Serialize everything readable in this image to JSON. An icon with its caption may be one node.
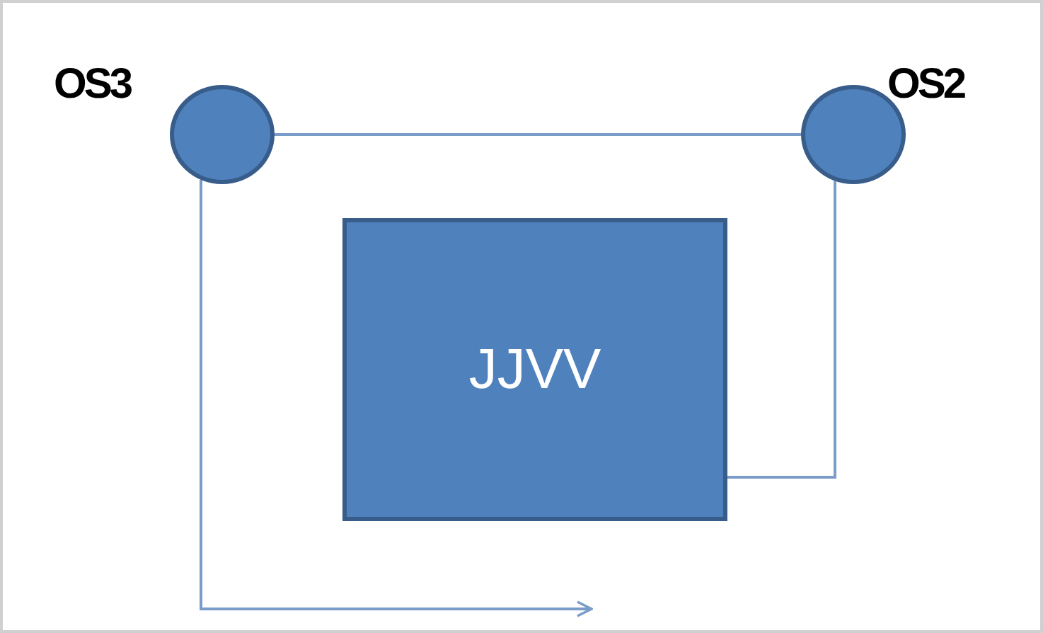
{
  "diagram": {
    "nodes": [
      {
        "text": [
          "OS3"
        ]
      },
      {
        "text": [
          "OS2"
        ]
      },
      {
        "text": [
          "JJVV"
        ]
      }
    ],
    "edges": [
      {
        "from": 0,
        "to": 1,
        "arrow": "none"
      },
      {
        "from": 1,
        "to": 2,
        "arrow": "none"
      },
      {
        "from": 0,
        "to": null,
        "arrow": "to"
      }
    ]
  }
}
